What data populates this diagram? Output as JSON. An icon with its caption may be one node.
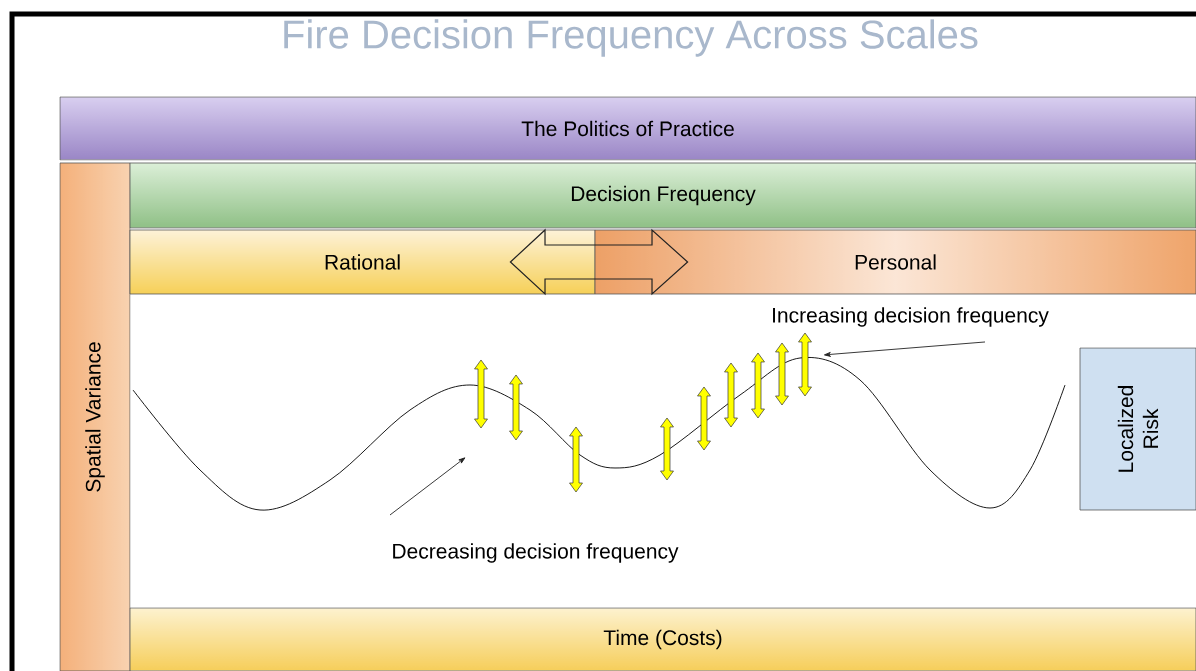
{
  "diagram": {
    "title": "Fire Decision Frequency Across Scales",
    "nodes": [
      {
        "text": [
          "The Politics of Practice"
        ]
      },
      {
        "text": [
          "Spatial Variance"
        ]
      },
      {
        "text": [
          "Decision Frequency"
        ]
      },
      {
        "text": [
          "Rational"
        ]
      },
      {
        "text": [
          "Personal"
        ]
      },
      {
        "text": [
          "Increasing decision frequency"
        ]
      },
      {
        "text": [
          "Localized Risk"
        ]
      },
      {
        "text": [
          "Decreasing decision frequency"
        ]
      },
      {
        "text": [
          "Time (Costs)"
        ]
      }
    ],
    "edges": [
      {
        "from": 3,
        "to": 4,
        "arrow": "both"
      },
      {
        "from": 5,
        "to": null,
        "arrow": "to"
      },
      {
        "from": 7,
        "to": null,
        "arrow": "to"
      }
    ]
  }
}
